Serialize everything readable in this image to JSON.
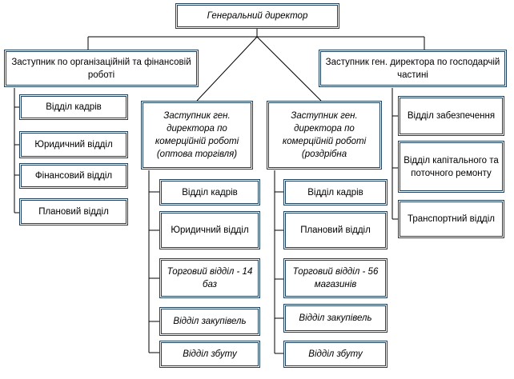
{
  "director": "Генеральний директор",
  "left_deputy": {
    "title": "Заступник по організаційній та фінансовій роботі",
    "departments": [
      "Відділ кадрів",
      "Юридичний відділ",
      "Фінансовий відділ",
      "Плановий відділ"
    ]
  },
  "wholesale_deputy": {
    "title": "Заступник ген. директора по комерційній роботі (оптова торгівля)",
    "departments": [
      "Відділ кадрів",
      "Юридичний відділ",
      "Торговий відділ - 14 баз",
      "Відділ закупівель",
      "Відділ збуту"
    ]
  },
  "retail_deputy": {
    "title": "Заступник ген. директора по комерційній роботі (роздрібна",
    "departments": [
      "Відділ кадрів",
      "Плановий відділ",
      "Торговий відділ - 56 магазинів",
      "Відділ закупівель",
      "Відділ збуту"
    ]
  },
  "right_deputy": {
    "title": "Заступник ген. директора по господарчій частині",
    "departments": [
      "Відділ забезпечення",
      "Відділ капітального та поточного ремонту",
      "Транспортний відділ"
    ]
  }
}
